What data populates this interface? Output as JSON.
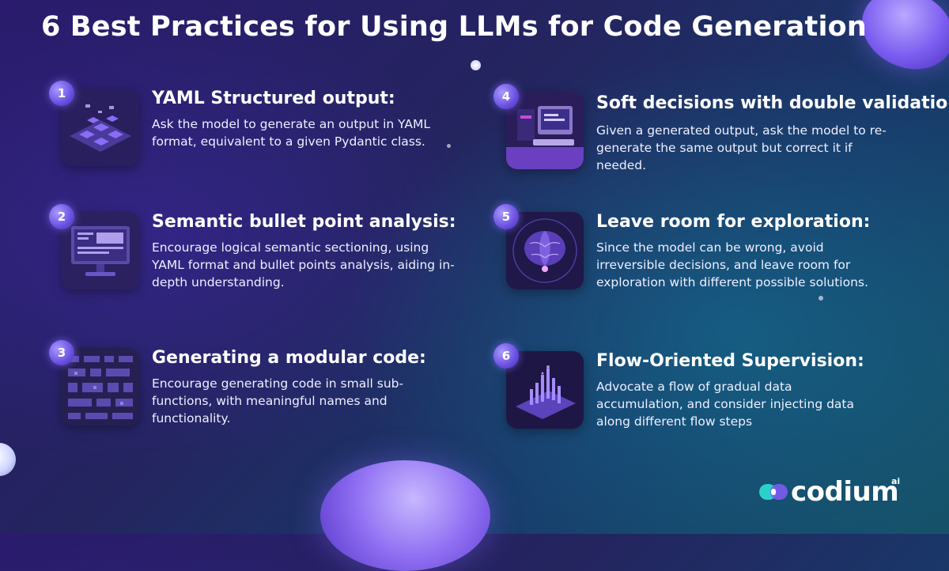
{
  "header": {
    "title": "6 Best Practices for Using LLMs for Code Generation"
  },
  "practices": [
    {
      "number": "1",
      "title": "YAML Structured output:",
      "description": "Ask the model to generate an output in YAML format, equivalent to a given Pydantic class.",
      "icon": "isometric-blocks-icon"
    },
    {
      "number": "2",
      "title": "Semantic bullet point analysis:",
      "description": "Encourage logical semantic sectioning, using YAML format and bullet points analysis, aiding in-depth understanding.",
      "icon": "dashboard-monitor-icon"
    },
    {
      "number": "3",
      "title": "Generating a modular code:",
      "description": "Encourage generating code in small sub-functions, with meaningful names and functionality.",
      "icon": "circuit-board-icon"
    },
    {
      "number": "4",
      "title": "Soft decisions with double validation:",
      "description": "Given a generated output, ask the model to re-generate the same output but correct it if needed.",
      "icon": "retro-computer-icon"
    },
    {
      "number": "5",
      "title": "Leave room for exploration:",
      "description": "Since the model can be wrong, avoid irreversible decisions, and leave room for exploration with different possible solutions.",
      "icon": "neural-brain-icon"
    },
    {
      "number": "6",
      "title": "Flow-Oriented Supervision:",
      "description": "Advocate a flow of gradual data accumulation, and consider injecting data along different flow steps",
      "icon": "data-bars-icon"
    }
  ],
  "brand": {
    "name": "codium",
    "suffix": "ai",
    "accent_color": "#7b5cf0",
    "teal_color": "#2ad1c9"
  }
}
